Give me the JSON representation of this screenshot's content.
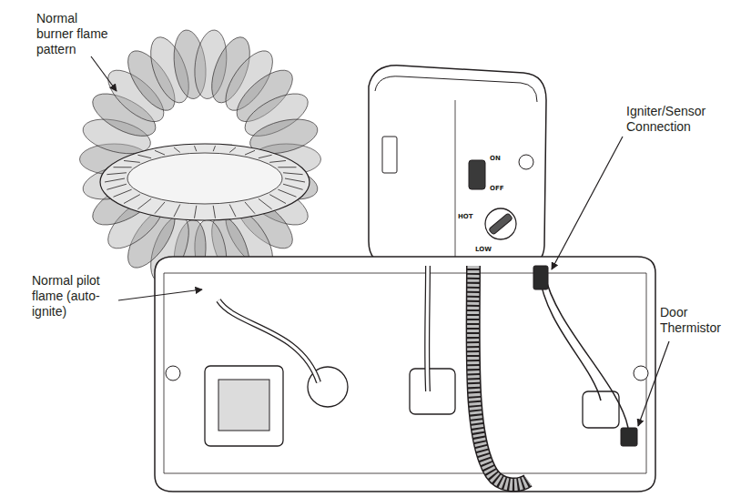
{
  "diagram": {
    "labels": [
      "Normal burner flame pattern",
      "Igniter/Sensor Connection",
      "Normal pilot flame (auto-ignite)",
      "Door Thermistor",
      "ON",
      "OFF",
      "HOT",
      "LOW"
    ]
  }
}
